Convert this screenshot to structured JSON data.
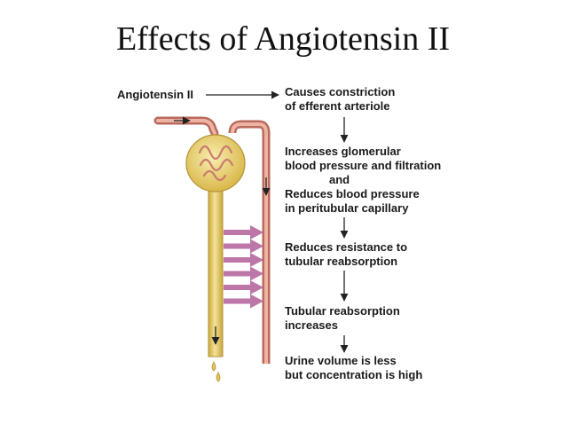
{
  "slide": {
    "title": "Effects of Angiotensin II"
  },
  "diagram": {
    "source_label": "Angiotensin II",
    "steps": [
      {
        "lines": [
          "Causes constriction",
          "of efferent arteriole"
        ]
      },
      {
        "lines": [
          "Increases glomerular",
          "blood pressure and filtration",
          "and",
          "Reduces blood pressure",
          "in peritubular capillary"
        ]
      },
      {
        "lines": [
          "Reduces resistance to",
          "tubular reabsorption"
        ]
      },
      {
        "lines": [
          "Tubular reabsorption",
          "increases"
        ]
      },
      {
        "lines": [
          "Urine volume is less",
          "but concentration is high"
        ]
      }
    ],
    "colors": {
      "vessel": "#c97c6e",
      "vessel_light": "#e6a89a",
      "tubule": "#e2c75a",
      "tubule_light": "#f4e39a",
      "reabsorption_arrow": "#b5679e",
      "connector": "#222222"
    },
    "reabsorption_arrow_count": 6
  }
}
